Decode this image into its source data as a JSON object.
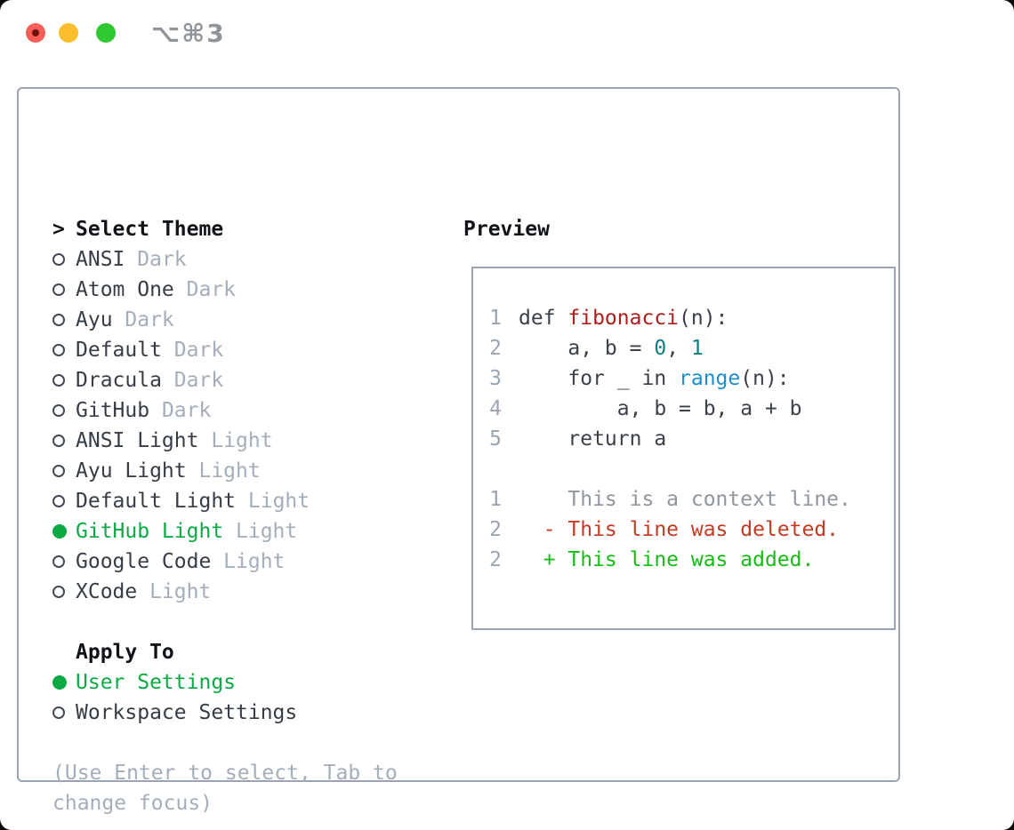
{
  "window": {
    "title": "⌥⌘3"
  },
  "colors": {
    "selected_green": "#0caa44",
    "added_green": "#16bd16",
    "deleted_red": "#c23a22",
    "function_red": "#ae1e1c",
    "number_teal": "#0d7e83",
    "builtin_blue": "#1b8fce",
    "code_dark": "#3a4149",
    "label_dark": "#363d45",
    "muted_gray": "#a4aebb",
    "context_gray": "#8f969e",
    "line_number_gray": "#9aa5b3",
    "border_gray": "#9ba4b0",
    "header_black": "#101418",
    "title_gray": "#8f9499",
    "traffic_red": "#f55f58",
    "traffic_yellow": "#fcbe2d",
    "traffic_green": "#2fc832"
  },
  "left": {
    "prompt": ">",
    "title": "Select Theme",
    "themes": [
      {
        "name": "ANSI",
        "variant": "Dark",
        "selected": false
      },
      {
        "name": "Atom One",
        "variant": "Dark",
        "selected": false
      },
      {
        "name": "Ayu",
        "variant": "Dark",
        "selected": false
      },
      {
        "name": "Default",
        "variant": "Dark",
        "selected": false
      },
      {
        "name": "Dracula",
        "variant": "Dark",
        "selected": false
      },
      {
        "name": "GitHub",
        "variant": "Dark",
        "selected": false
      },
      {
        "name": "ANSI Light",
        "variant": "Light",
        "selected": false
      },
      {
        "name": "Ayu Light",
        "variant": "Light",
        "selected": false
      },
      {
        "name": "Default Light",
        "variant": "Light",
        "selected": false
      },
      {
        "name": "GitHub Light",
        "variant": "Light",
        "selected": true
      },
      {
        "name": "Google Code",
        "variant": "Light",
        "selected": false
      },
      {
        "name": "XCode",
        "variant": "Light",
        "selected": false
      }
    ],
    "apply_title": "Apply To",
    "apply_options": [
      {
        "label": "User Settings",
        "selected": true
      },
      {
        "label": "Workspace Settings",
        "selected": false
      }
    ],
    "hint_lines": [
      "(Use Enter to select, Tab to",
      "change focus)"
    ]
  },
  "preview": {
    "title": "Preview",
    "lines": [
      {
        "num": "1",
        "segments": [
          {
            "t": "def ",
            "c": "code"
          },
          {
            "t": "fibonacci",
            "c": "func"
          },
          {
            "t": "(n):",
            "c": "code"
          }
        ]
      },
      {
        "num": "2",
        "segments": [
          {
            "t": "    a, b = ",
            "c": "code"
          },
          {
            "t": "0",
            "c": "num"
          },
          {
            "t": ", ",
            "c": "code"
          },
          {
            "t": "1",
            "c": "num"
          }
        ]
      },
      {
        "num": "3",
        "segments": [
          {
            "t": "    for _ in ",
            "c": "code"
          },
          {
            "t": "range",
            "c": "blue"
          },
          {
            "t": "(n):",
            "c": "code"
          }
        ]
      },
      {
        "num": "4",
        "segments": [
          {
            "t": "        a, b = b, a + b",
            "c": "code"
          }
        ]
      },
      {
        "num": "5",
        "segments": [
          {
            "t": "    return a",
            "c": "code"
          }
        ]
      },
      {
        "num": "",
        "segments": []
      },
      {
        "num": "1",
        "segments": [
          {
            "t": "    This is a context line.",
            "c": "context"
          }
        ]
      },
      {
        "num": "2",
        "segments": [
          {
            "t": "  - This line was deleted.",
            "c": "deleted"
          }
        ]
      },
      {
        "num": "2",
        "segments": [
          {
            "t": "  + This line was added.",
            "c": "added"
          }
        ]
      }
    ]
  }
}
